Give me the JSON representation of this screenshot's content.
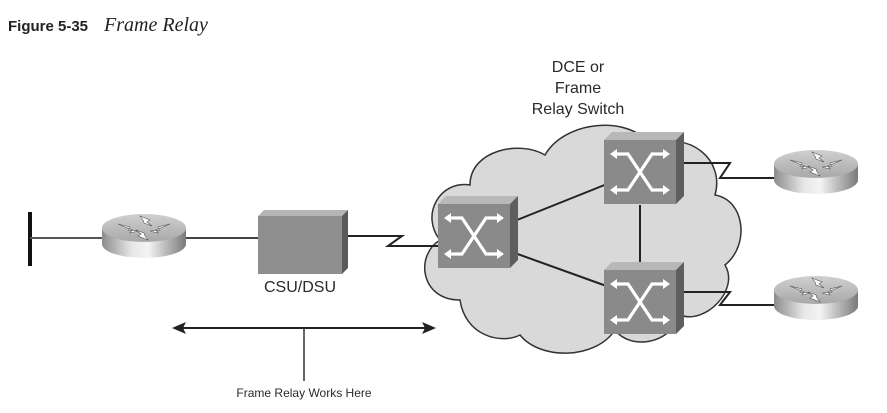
{
  "figure": {
    "number": "Figure 5-35",
    "title": "Frame Relay"
  },
  "labels": {
    "switch_line1": "DCE or",
    "switch_line2": "Frame",
    "switch_line3": "Relay Switch",
    "csu_dsu": "CSU/DSU",
    "works_here": "Frame Relay Works Here"
  },
  "nodes": [
    {
      "id": "lan-segment",
      "type": "ethernet-segment"
    },
    {
      "id": "local-router",
      "type": "router"
    },
    {
      "id": "csu-dsu",
      "type": "csu-dsu",
      "label": "CSU/DSU"
    },
    {
      "id": "switch-left",
      "type": "frame-relay-switch"
    },
    {
      "id": "switch-top",
      "type": "frame-relay-switch"
    },
    {
      "id": "switch-bottom",
      "type": "frame-relay-switch"
    },
    {
      "id": "remote-router-top",
      "type": "router"
    },
    {
      "id": "remote-router-bottom",
      "type": "router"
    }
  ],
  "links": [
    {
      "from": "lan-segment",
      "to": "local-router",
      "style": "straight"
    },
    {
      "from": "local-router",
      "to": "csu-dsu",
      "style": "straight"
    },
    {
      "from": "csu-dsu",
      "to": "switch-left",
      "style": "serial"
    },
    {
      "from": "switch-left",
      "to": "switch-top",
      "style": "straight"
    },
    {
      "from": "switch-left",
      "to": "switch-bottom",
      "style": "straight"
    },
    {
      "from": "switch-top",
      "to": "switch-bottom",
      "style": "straight"
    },
    {
      "from": "switch-top",
      "to": "remote-router-top",
      "style": "serial"
    },
    {
      "from": "switch-bottom",
      "to": "remote-router-bottom",
      "style": "serial"
    }
  ],
  "colors": {
    "cloud_fill": "#d9d9d9",
    "switch_front": "#8a8a8a",
    "switch_top": "#b8b8b8",
    "switch_side": "#5e5e5e",
    "csu_front": "#8f8f8f",
    "line": "#333333"
  }
}
